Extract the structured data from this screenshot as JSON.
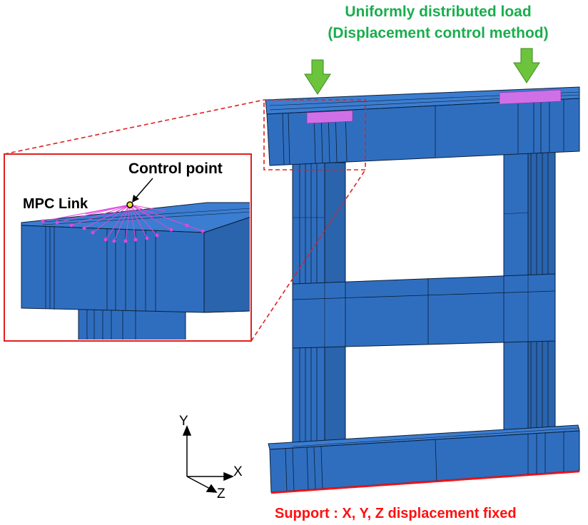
{
  "annotations": {
    "load_line1": "Uniformly distributed load",
    "load_line2": "(Displacement control method)",
    "support": "Support : X, Y, Z displacement fixed",
    "control_point": "Control point",
    "mpc_link": "MPC Link"
  },
  "axes": {
    "y": "Y",
    "x": "X",
    "z": "Z"
  },
  "colors": {
    "member": "#2f6ebf",
    "member_dark": "#1f4f96",
    "member_light": "#4a8ad6",
    "load_arrow": "#6cc43c",
    "load_pad": "#d070e6",
    "callout": "#e02020",
    "mpc": "#e048d8"
  }
}
